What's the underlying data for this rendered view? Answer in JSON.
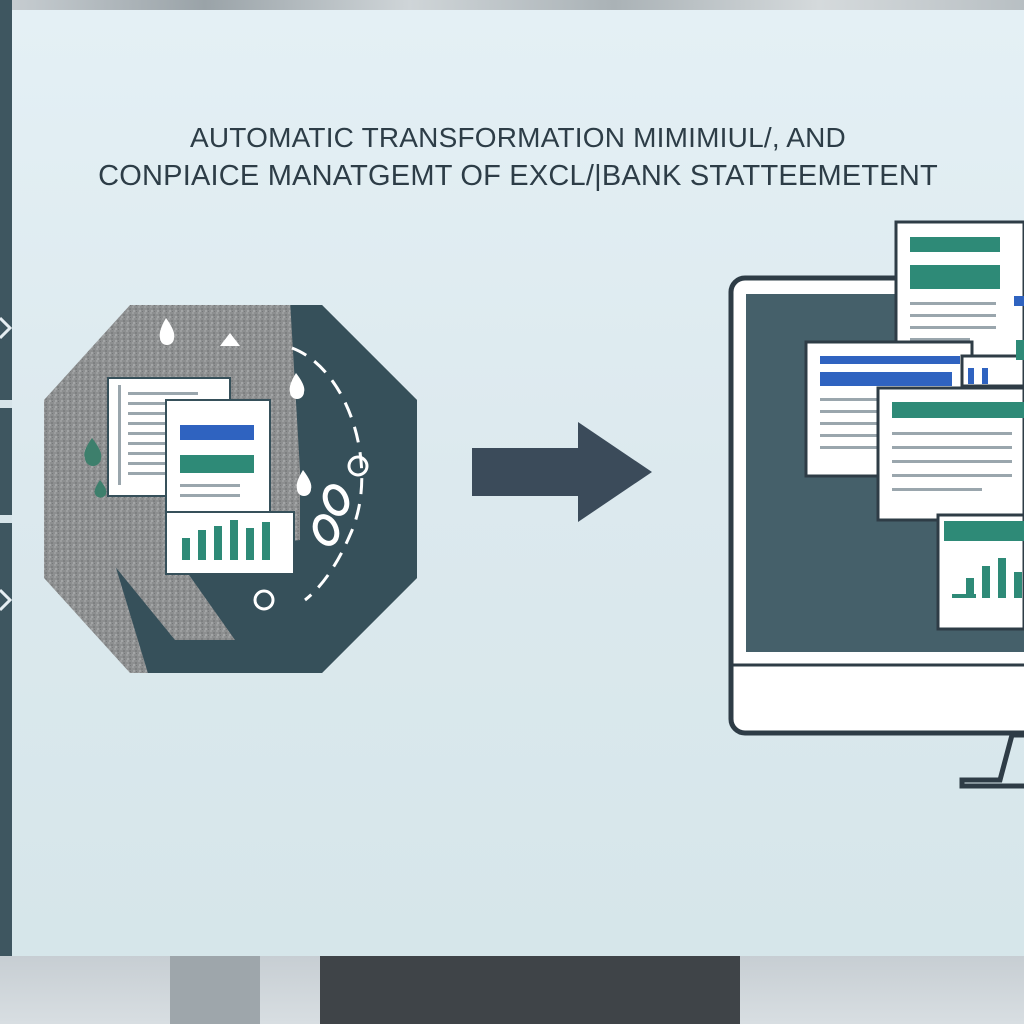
{
  "title": {
    "line1": "AUTOMATIC TRANSFORMATION MIMIMIUL/, AND",
    "line2": "CONPIAICE MANATGEMT  OF EXCL/|BANK STATTEEMETENT"
  },
  "colors": {
    "background": "#dce9ee",
    "dark_slate": "#3e5660",
    "arrow": "#3b4b5a",
    "teal": "#2e8b7a",
    "blue": "#2f6cc2",
    "grey_texture": "#8c8e8f"
  },
  "icons": {
    "left_graphic": "document-transformation-octagon",
    "center": "arrow-right-icon",
    "right_graphic": "desktop-monitor-with-documents"
  }
}
